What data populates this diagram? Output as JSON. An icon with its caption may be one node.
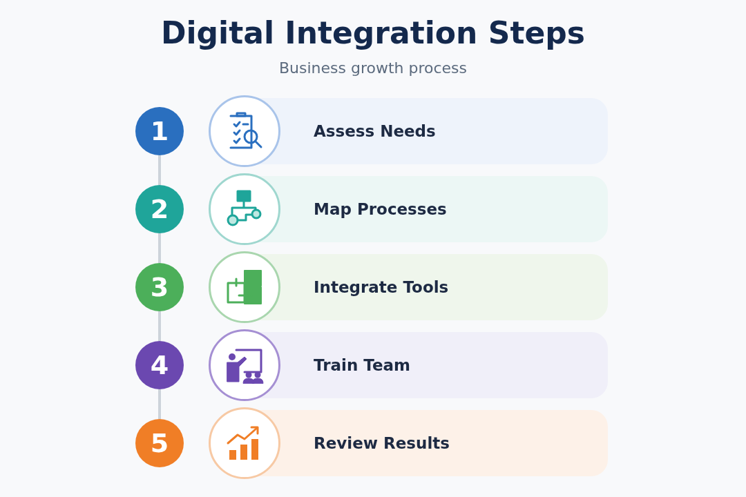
{
  "diagram": {
    "title": "Digital Integration Steps",
    "nodes": [
      {
        "text": [
          "1"
        ]
      },
      {
        "text": [
          "Assess Needs"
        ]
      },
      {
        "text": [
          "2"
        ]
      },
      {
        "text": [
          "Map Processes"
        ]
      },
      {
        "text": [
          "3"
        ]
      },
      {
        "text": [
          "Integrate Tools"
        ]
      },
      {
        "text": [
          "4"
        ]
      },
      {
        "text": [
          "Train Team"
        ]
      },
      {
        "text": [
          "5"
        ]
      },
      {
        "text": [
          "Review Results"
        ]
      }
    ],
    "edges": [
      {
        "from": 0,
        "to": 2,
        "arrow": "none"
      },
      {
        "from": 2,
        "to": 4,
        "arrow": "none"
      },
      {
        "from": 4,
        "to": 6,
        "arrow": "none"
      },
      {
        "from": 6,
        "to": 8,
        "arrow": "none"
      }
    ],
    "labels": [
      "Business growth process"
    ]
  }
}
